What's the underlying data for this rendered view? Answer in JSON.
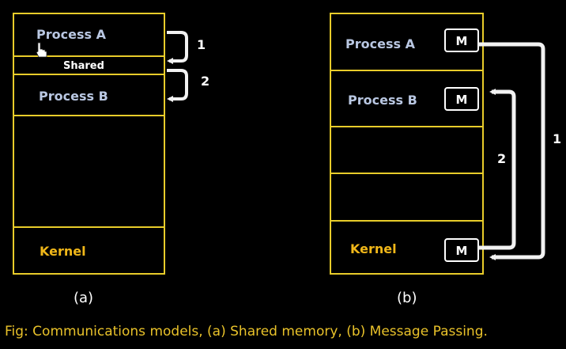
{
  "colors": {
    "background": "#000000",
    "box_border": "#e8cc2a",
    "process_text": "#b9c7e2",
    "kernel_text": "#f0b719",
    "arrow": "#f2f2f2",
    "caption": "#e9c22a"
  },
  "model_a": {
    "process_a": "Process A",
    "shared": "Shared",
    "process_b": "Process B",
    "kernel": "Kernel",
    "arrow_1": "1",
    "arrow_2": "2",
    "label": "(a)"
  },
  "model_b": {
    "process_a": "Process A",
    "process_b": "Process B",
    "kernel": "Kernel",
    "message_a": "M",
    "message_b": "M",
    "message_kernel": "M",
    "arrow_1": "1",
    "arrow_2": "2",
    "label": "(b)"
  },
  "caption": "Fig: Communications models, (a)  Shared memory, (b) Message Passing.",
  "cursor_icon": "hand-pointer-icon"
}
